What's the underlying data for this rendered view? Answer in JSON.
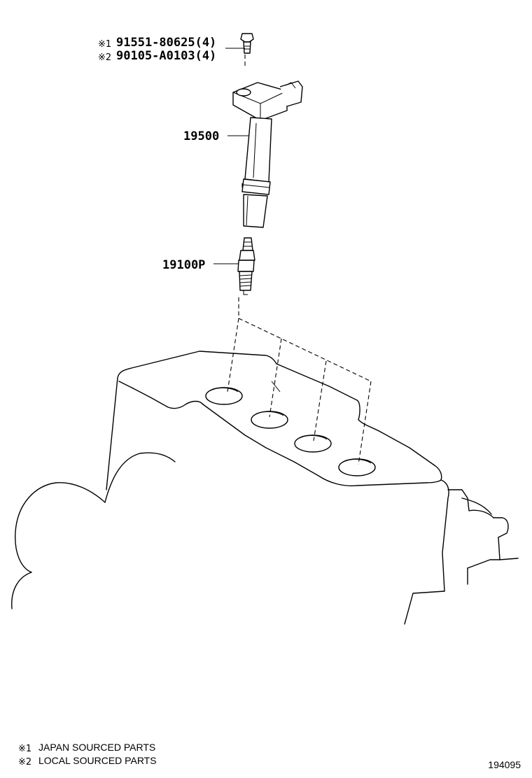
{
  "callouts": {
    "bolt_mark1": "※1",
    "bolt_part1": "91551-80625(4)",
    "bolt_mark2": "※2",
    "bolt_part2": "90105-A0103(4)",
    "coil": "19500",
    "plug": "19100P"
  },
  "legend": {
    "mark1": "※1",
    "text1": "JAPAN SOURCED PARTS",
    "mark2": "※2",
    "text2": "LOCAL SOURCED PARTS"
  },
  "diagram_id": "194095"
}
